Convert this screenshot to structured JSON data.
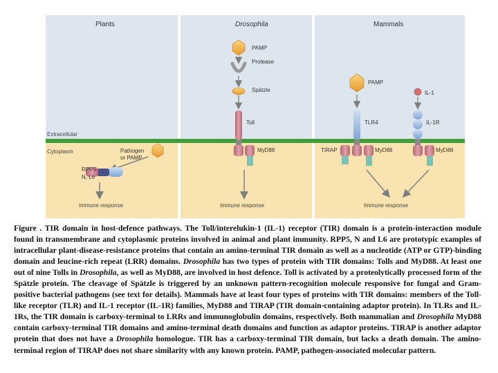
{
  "panels": {
    "plants": "Plants",
    "drosophila": "Drosophila",
    "mammals": "Mammals"
  },
  "compartments": {
    "extracellular": "Extracellular",
    "cytoplasm": "Cytoplasm"
  },
  "labels": {
    "pathogen_line1": "Pathogen",
    "pathogen_line2": "or PAMP",
    "rpp5_line1": "RPP5",
    "rpp5_line2": "N, L6",
    "pamp": "PAMP",
    "protease": "Protease",
    "spatzle": "Spätzle",
    "toll": "Toll",
    "myd88": "MyD88",
    "tlr4": "TLR4",
    "tirap": "TIRAP",
    "il1": "IL-1",
    "il1r": "IL-1R",
    "immune_response": "Immune response"
  },
  "colors": {
    "background": "#dde5ef",
    "cytoplasm": "#f9e3b0",
    "membrane": "#3f9e3a",
    "pamp": "#f5b34b",
    "tir_domain": "#c97b86",
    "death_domain": "#79c2b6",
    "lrr": "#a8c4e4",
    "arrow": "#7f7f7f"
  },
  "caption": {
    "prefix": "Figure . TIR domain in host-defence pathways. The Toll/interelukin-1 (IL-1) receptor (TIR) domain is a protein-interaction module found in transmembrane and cytoplasmic proteins involved in animal and plant immunity. RPP5, N and L6 are prototypic examples of intracellular plant-disease-resistance proteins that contain an amino-terminal TIR domain as well as a nucleotide (ATP or GTP)-binding domain and leucine-rich repeat (LRR) domains. ",
    "italic1": "Drosophila",
    "mid1": " has two types of protein with TIR domains: Tolls and MyD88. At least one out of nine Tolls in ",
    "italic2": "Drosophila",
    "mid2": ", as well as MyD88, are involved in host defence. Toll is activated by a proteolytically processed form of the Spätzle protein. The cleavage of Spätzle is triggered by an unknown pattern-recognition molecule responsive for fungal and Gram-positive bacterial pathogens (see text for details). Mammals have at least four types of proteins with TIR domains: members of the Toll-like receptor (TLR) and IL-1 receptor (IL-1R) families, MyD88 and TIRAP (TIR domain-containing adaptor protein). In TLRs and IL-1Rs, the TIR domain is carboxy-terminal to LRRs and immunoglobulin domains, respectively. Both mammalian and ",
    "italic3": "Drosophila",
    "mid3": " MyD88 contain carboxy-terminal TIR domains and amino-terminal death domains and function as adaptor proteins. TIRAP is another adaptor protein that does not have a ",
    "italic4": "Drosophila",
    "suffix": " homologue. TIR has a carboxy-terminal TIR domain, but lacks a death domain. The amino-terminal region of TIRAP does not share similarity with any known protein. PAMP, pathogen-associated molecular pattern."
  }
}
